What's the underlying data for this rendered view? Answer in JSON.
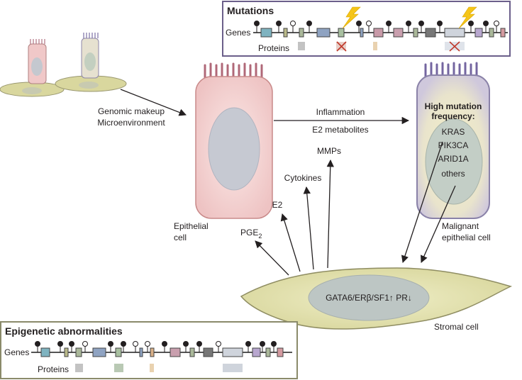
{
  "mutations_box": {
    "title": "Mutations",
    "genes_label": "Genes",
    "proteins_label": "Proteins"
  },
  "epigenetic_box": {
    "title": "Epigenetic abnormalities",
    "genes_label": "Genes",
    "proteins_label": "Proteins"
  },
  "arrow_labels": {
    "genomic_makeup": "Genomic makeup",
    "microenvironment": "Microenvironment",
    "inflammation": "Inflammation",
    "e2_metabolites": "E2 metabolites",
    "mmps": "MMPs",
    "cytokines": "Cytokines",
    "e2": "E2",
    "pge": "PGE",
    "pge_sub": "2"
  },
  "cells": {
    "epithelial_line1": "Epithelial",
    "epithelial_line2": "cell",
    "malignant_line1": "Malignant",
    "malignant_line2": "epithelial cell",
    "stromal": "Stromal cell"
  },
  "malignant_nucleus": {
    "heading_line1": "High mutation",
    "heading_line2": "frequency:",
    "genes": [
      "KRAS",
      "PIK3CA",
      "ARID1A",
      "others"
    ]
  },
  "stromal_nucleus": {
    "text": "GATA6/ERβ/SF1↑  PR↓"
  },
  "colors": {
    "box_border_mutations": "#6b5f8a",
    "box_border_epigenetic": "#8a8a6a",
    "epithelial_fill": "#f3d3d3",
    "malignant_fill": "#e8e2cf",
    "stromal_fill": "#e6e4b8",
    "nucleus_fill": "#bfc6cc",
    "lightning": "#f5c518"
  }
}
